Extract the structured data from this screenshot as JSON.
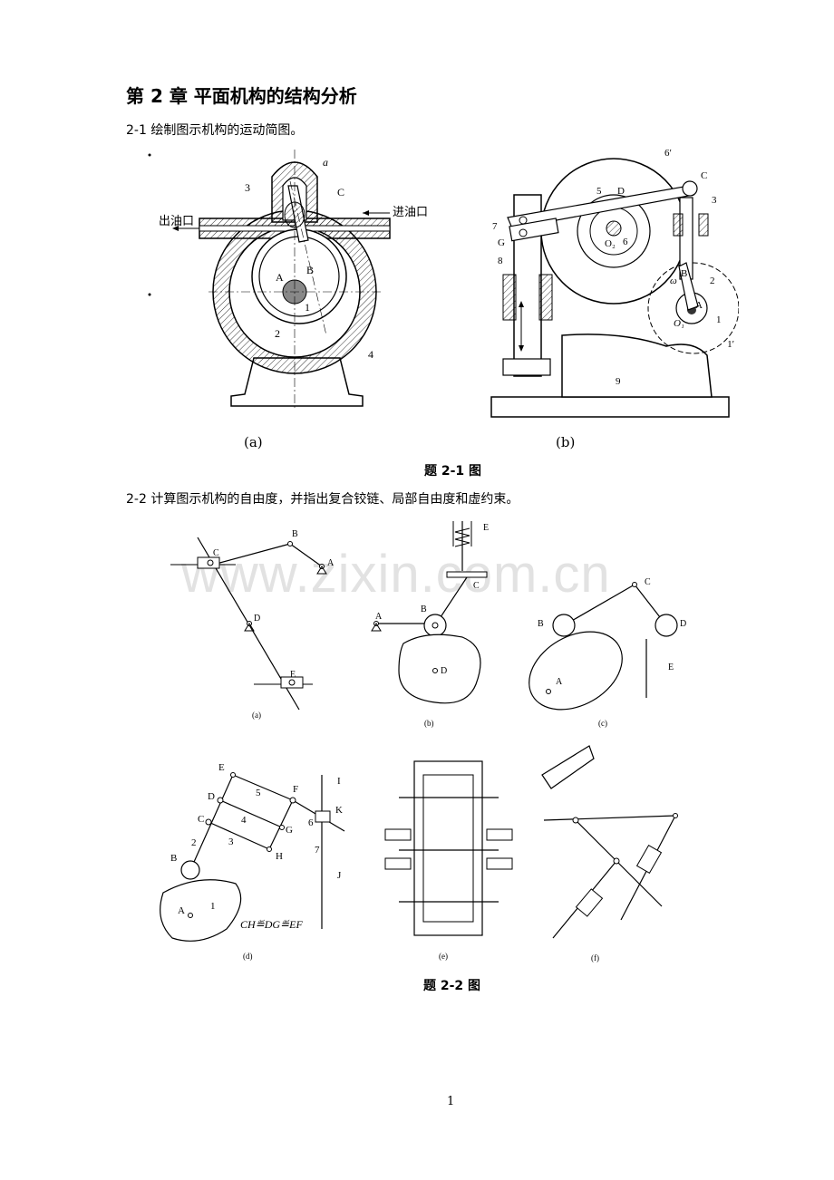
{
  "chapter_title": "第 2 章  平面机构的结构分析",
  "q1": {
    "text": "2-1  绘制图示机构的运动简图。",
    "fig_a": {
      "caption": "(a)",
      "labels": {
        "a": "a",
        "three": "3",
        "C": "C",
        "inlet": "进油口",
        "outlet": "出油口",
        "A": "A",
        "B": "B",
        "one": "1",
        "two": "2",
        "four": "4"
      }
    },
    "fig_b": {
      "caption": "(b)",
      "labels": {
        "six_p": "6′",
        "C": "C",
        "five": "5",
        "D": "D",
        "three": "3",
        "seven": "7",
        "G": "G",
        "O2": "O₂",
        "six": "6",
        "eight": "8",
        "B": "B",
        "two": "2",
        "omega": "ω",
        "A": "A",
        "O1": "O₁",
        "one": "1",
        "one_p": "1′",
        "nine": "9"
      }
    },
    "figure_title": "题 2-1 图"
  },
  "q2": {
    "text": "2-2    计算图示机构的自由度，并指出复合铰链、局部自由度和虚约束。",
    "figures": {
      "a": {
        "caption": "(a)",
        "labels": [
          "B",
          "C",
          "A",
          "D",
          "E"
        ]
      },
      "b": {
        "caption": "(b)",
        "labels": [
          "E",
          "C",
          "B",
          "A",
          "D"
        ]
      },
      "c": {
        "caption": "(c)",
        "labels": [
          "C",
          "B",
          "D",
          "A",
          "E"
        ]
      },
      "d": {
        "caption": "(d)",
        "labels": [
          "E",
          "F",
          "I",
          "D",
          "5",
          "K",
          "C",
          "4",
          "G",
          "6",
          "3",
          "2",
          "H",
          "7",
          "B",
          "J",
          "A",
          "1"
        ],
        "note": "CH≝DG≝EF"
      },
      "e": {
        "caption": "(e)"
      },
      "f": {
        "caption": "(f)"
      }
    },
    "figure_title": "题 2-2 图"
  },
  "watermark": "www.zixin.com.cn",
  "page_number": "1"
}
